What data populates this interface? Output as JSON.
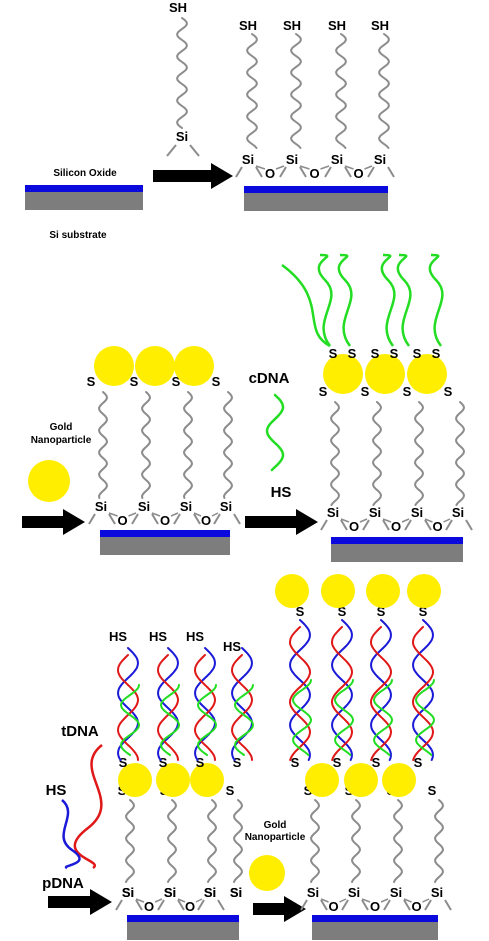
{
  "labels": {
    "silicon_oxide": "Silicon Oxide",
    "si_substrate": "Si substrate",
    "sh": "SH",
    "hs": "HS",
    "si": "Si",
    "o": "O",
    "s": "S",
    "gold_np_line1": "Gold",
    "gold_np_line2": "Nanoparticle",
    "cdna": "cDNA",
    "tdna": "tDNA",
    "pdna": "pDNA"
  },
  "colors": {
    "chain": "#8c8c8c",
    "oxide": "#0a0adc",
    "substrate": "#7d7d7d",
    "gold": "#ffee00",
    "green": "#22dd22",
    "red": "#e01818",
    "blue": "#1a1ad8",
    "arrow": "#000000"
  }
}
